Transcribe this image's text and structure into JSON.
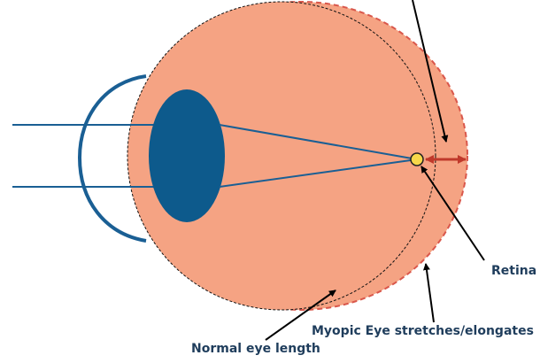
{
  "labels": {
    "retina": "Retina",
    "myopic_eye": "Myopic Eye stretches/elongates",
    "normal_length": "Normal eye length"
  },
  "colors": {
    "eyeball_fill": "#f5a383",
    "elongated_outline": "#d9574b",
    "lens_fill": "#0d5a8c",
    "light_rays": "#1a5f94",
    "cornea": "#1a5f94",
    "focal_point": "#f7d84a",
    "stretch_arrow": "#c0392b",
    "pointer_arrows": "#000000",
    "label_text": "#1f3d5c"
  }
}
